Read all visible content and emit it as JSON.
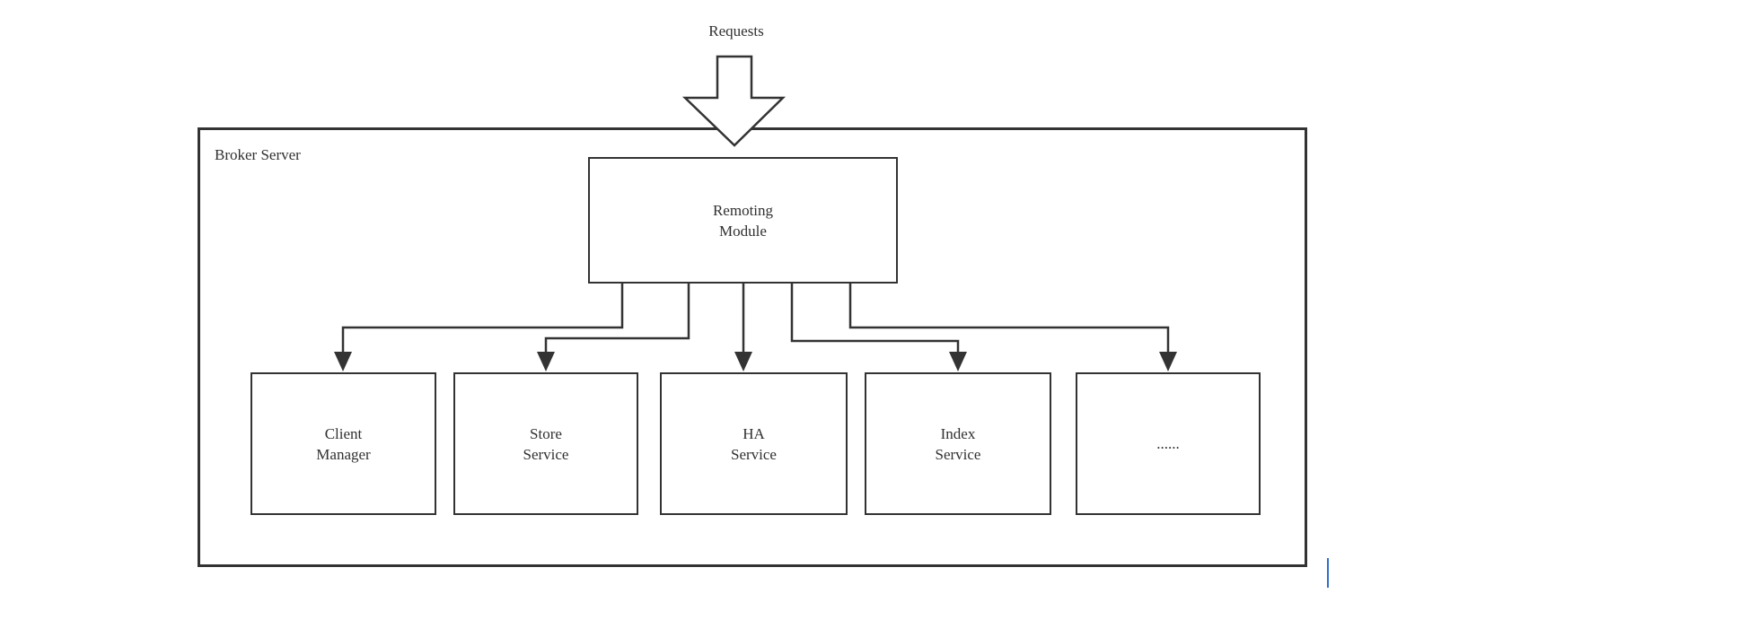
{
  "diagram": {
    "requests_label": "Requests",
    "broker": {
      "label": "Broker Server"
    },
    "remoting": {
      "label": "Remoting\nModule"
    },
    "services": [
      {
        "label": "Client\nManager"
      },
      {
        "label": "Store\nService"
      },
      {
        "label": "HA\nService"
      },
      {
        "label": "Index\nService"
      },
      {
        "label": "......"
      }
    ]
  },
  "colors": {
    "line": "#333333",
    "text": "#303030",
    "shape_fill": "#ffffff",
    "background": "#ffffff",
    "caret": "#2f6fce"
  }
}
